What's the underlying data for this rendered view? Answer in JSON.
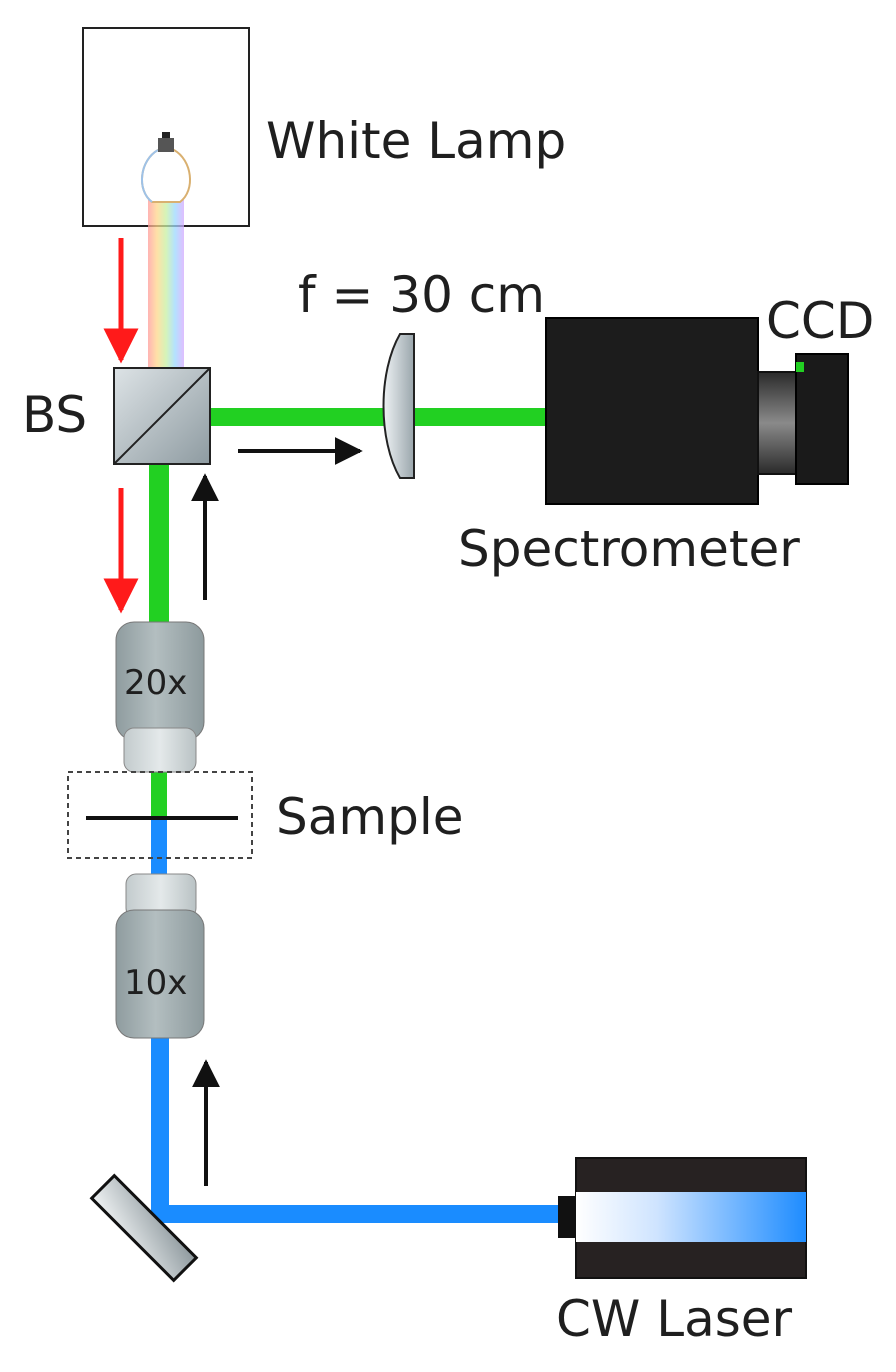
{
  "labels": {
    "white_lamp": "White Lamp",
    "focal_length": "f = 30 cm",
    "ccd": "CCD",
    "beam_splitter": "BS",
    "spectrometer": "Spectrometer",
    "objective_top": "20x",
    "sample": "Sample",
    "objective_bottom": "10x",
    "laser": "CW Laser"
  },
  "colors": {
    "green_beam": "#22d022",
    "blue_beam": "#1a8cff",
    "red_arrow": "#ff1a1a",
    "arrow": "#111111",
    "spectrometer_body": "#1c1c1c",
    "objective_body": "#a7b4b6",
    "laser_body": "#272222"
  },
  "icons": {
    "lamp": "light-bulb-icon",
    "lens": "lens-icon",
    "beam_splitter": "beam-splitter-cube-icon",
    "mirror": "mirror-icon",
    "ccd": "ccd-camera-icon"
  }
}
